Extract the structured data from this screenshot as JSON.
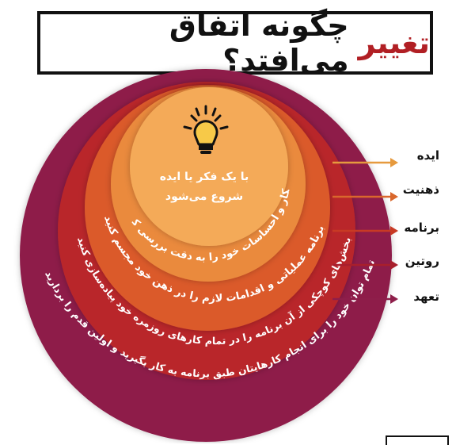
{
  "title": {
    "accent_word": "تغییر",
    "rest": "چگونه اتفاق می‌افتد؟",
    "accent_color": "#b11f24"
  },
  "icon": "lightbulb-icon",
  "rings": [
    {
      "key": "idea",
      "label": "ایده",
      "text_lines": [
        "با یک فکر یا ایده",
        "شروع می‌شود"
      ],
      "color": "#f4aa59",
      "arrow_color": "#e69a3e"
    },
    {
      "key": "mindset",
      "label": "ذهنیت",
      "text": "افکار و احساسات خود را به دقت بررسی کنید",
      "color": "#ea8a3e",
      "arrow_color": "#d9672c"
    },
    {
      "key": "plan",
      "label": "برنامه",
      "text": "برنامه عملیاتی و اقدامات لازم را در ذهن خود مجسم کنید",
      "color": "#db5a2c",
      "arrow_color": "#c83a24"
    },
    {
      "key": "routine",
      "label": "روتین",
      "text": "بخش‌های کوچکی از آن برنامه را در تمام کارهای روزمره خود پیاده‌سازی کنید",
      "color": "#b9252b",
      "arrow_color": "#a81f2c"
    },
    {
      "key": "commitment",
      "label": "تعهد",
      "text": "تمام توان خود را برای انجام کارهایتان طبق برنامه به کار بگیرید و اولین قدم را بردارید",
      "color": "#8e1e4a",
      "arrow_color": "#8e1e4a"
    }
  ]
}
